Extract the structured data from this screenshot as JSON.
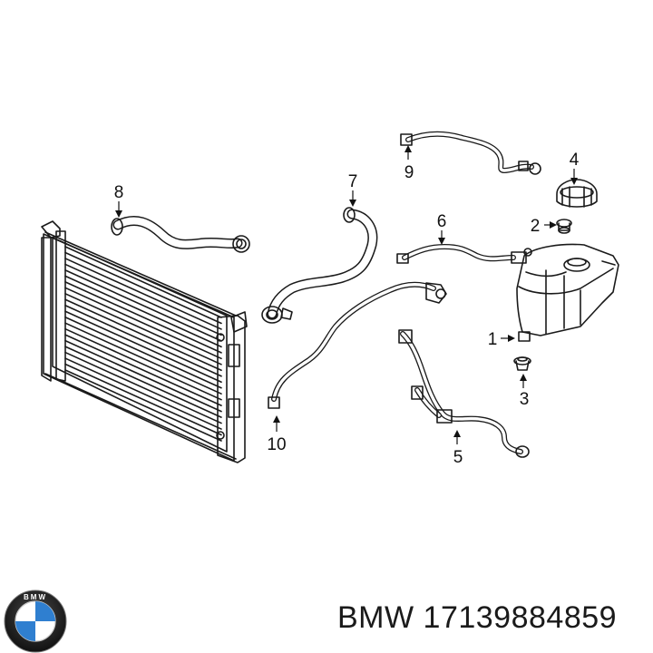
{
  "parts": {
    "p1": "1",
    "p2": "2",
    "p3": "3",
    "p4": "4",
    "p5": "5",
    "p6": "6",
    "p7": "7",
    "p8": "8",
    "p9": "9",
    "p10": "10"
  },
  "footer": {
    "brand": "BMW",
    "part_number": "17139884859",
    "logo_text": "BMW"
  }
}
